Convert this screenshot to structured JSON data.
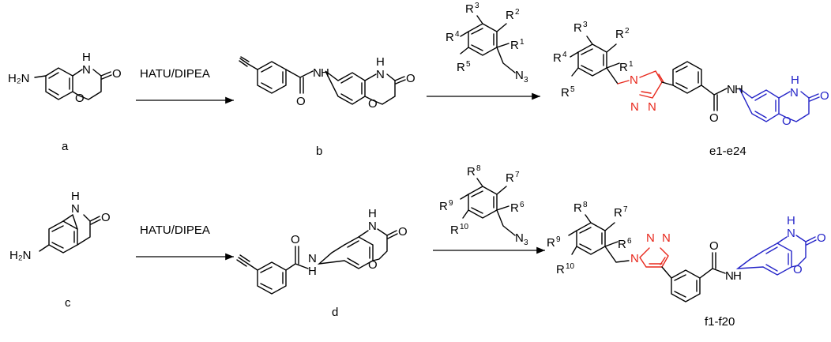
{
  "scheme": {
    "reagent": "HATU/DIPEA",
    "compounds": {
      "a": "a",
      "b": "b",
      "c": "c",
      "d": "d",
      "top_product": "e1-e24",
      "bottom_product": "f1-f20"
    },
    "atoms": {
      "nh_top": "H",
      "nh_n": "N",
      "o": "O",
      "amine": "H₂N",
      "azide_n": "N",
      "azide_sub": "3"
    },
    "r_top": [
      "R",
      "R",
      "R",
      "R",
      "R"
    ],
    "r_top_idx": [
      "1",
      "2",
      "3",
      "4",
      "5"
    ],
    "r_bottom_idx": [
      "6",
      "7",
      "8",
      "9",
      "10"
    ],
    "colors": {
      "triazole": "#e8281c",
      "benzoxazinone": "#2424c8",
      "default": "#000000"
    }
  }
}
